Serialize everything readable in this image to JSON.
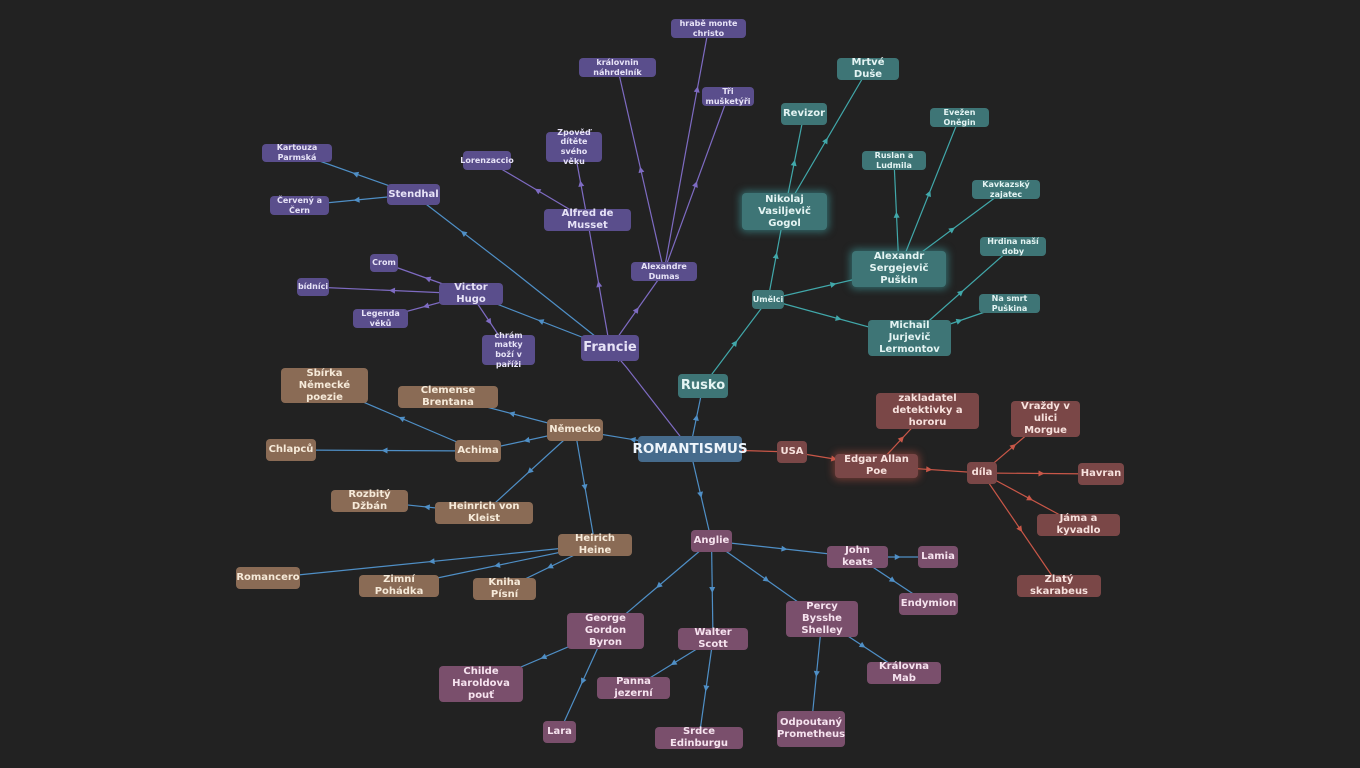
{
  "colors": {
    "background": "#222222",
    "francie": "#5a4e8c",
    "francie_text": "#e7e3f7",
    "francie_line": "#7e6bc2",
    "rusko": "#3e7576",
    "rusko_text": "#e4f4f3",
    "rusko_line": "#41a8aa",
    "nemecko": "#8a6b55",
    "nemecko_text": "#f6ead9",
    "blue_line": "#4f8fc6",
    "usa": "#7a4747",
    "usa_text": "#f7e1dd",
    "usa_line": "#c95748",
    "anglie": "#7a4f6c",
    "anglie_text": "#f6e3ef",
    "root": "#466b8c",
    "root_text": "#eef5fb"
  },
  "map": {
    "root": "ROMANTISMUS",
    "francie": "Francie",
    "stendhal": "Stendhal",
    "kartouza": "Kartouza Parmská",
    "cerveny": "Červený a Čern",
    "hugo": "Victor Hugo",
    "crom": "Crom",
    "bidnici": "bídníci",
    "legenda": "Legenda věků",
    "chram": "chrám matky boží v paříži",
    "musset": "Alfred de Musset",
    "lorenzaccio": "Lorenzaccio",
    "zpoved": "Zpověď dítěte svého věku",
    "dumas": "Alexandre Dumas",
    "nahrdelnik": "královnin náhrdelník",
    "montechristo": "hrabě monte christo",
    "musketyri": "Tři mušketýři",
    "rusko": "Rusko",
    "umelci": "Umělci",
    "gogol": "Nikolaj Vasiljevič Gogol",
    "revizor": "Revizor",
    "mrtve": "Mrtvé Duše",
    "puskin": "Alexandr Sergejevič Puškin",
    "ruslan": "Ruslan a Ludmila",
    "onegin": "Evežen Oněgin",
    "kavkazsky": "Kavkazský zajatec",
    "lermontov": "Michail Jurjevič Lermontov",
    "hrdina": "Hrdina naší doby",
    "nasmrt": "Na smrt Puškina",
    "nemecko": "Německo",
    "brentana": "Clemense Brentana",
    "sbirka": "Sbírka Německé poezie",
    "achima": "Achima",
    "chlapcu": "Chlapců",
    "kleist": "Heinrich von Kleist",
    "dzban": "Rozbitý Džbán",
    "heine": "Heirich Heine",
    "romancero": "Romancero",
    "zimni": "Zimní Pohádka",
    "pisni": "Kniha Písní",
    "usa": "USA",
    "poe": "Edgar Allan Poe",
    "zakladatel": "zakladatel detektivky a hororu",
    "dila": "díla",
    "morgue": "Vraždy v ulici Morgue",
    "havran": "Havran",
    "jama": "Jáma a kyvadlo",
    "skarabeus": "Zlatý skarabeus",
    "anglie": "Anglie",
    "byron": "George Gordon Byron",
    "childe": "Childe Haroldova pouť",
    "lara": "Lara",
    "scott": "Walter Scott",
    "panna": "Panna jezerní",
    "srdce": "Srdce Edinburgu",
    "shelley": "Percy Bysshe Shelley",
    "mab": "Královna Mab",
    "prometheus": "Odpoutaný Prometheus",
    "keats": "John keats",
    "lamia": "Lamia",
    "endymion": "Endymion"
  }
}
